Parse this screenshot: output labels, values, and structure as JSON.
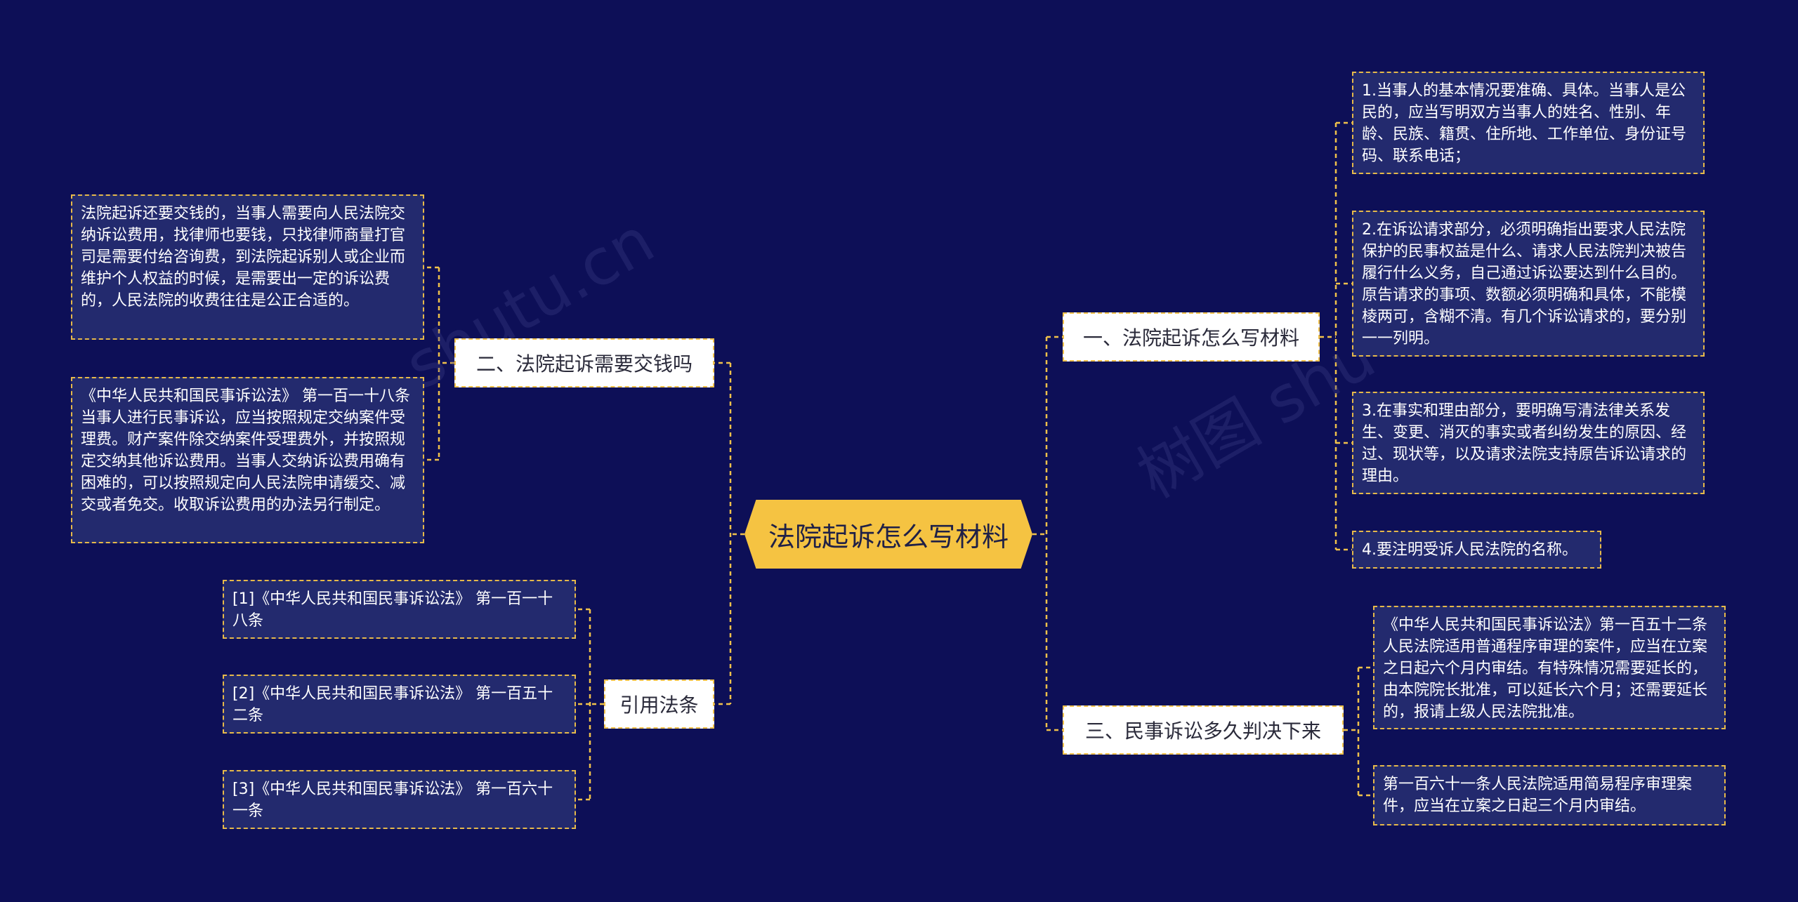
{
  "colors": {
    "background": "#0d0f57",
    "root_fill": "#f5c342",
    "branch_fill": "#ffffff",
    "leaf_fill": "#232a6e",
    "connector": "#f0c14b"
  },
  "watermark": {
    "left": "shutu.cn",
    "right": "树图 shu"
  },
  "root": {
    "label": "法院起诉怎么写材料"
  },
  "branches": [
    {
      "label": "一、法院起诉怎么写材料",
      "leaves": [
        "1.当事人的基本情况要准确、具体。当事人是公民的，应当写明双方当事人的姓名、性别、年龄、民族、籍贯、住所地、工作单位、身份证号码、联系电话；",
        "2.在诉讼请求部分，必须明确指出要求人民法院保护的民事权益是什么、请求人民法院判决被告履行什么义务，自己通过诉讼要达到什么目的。原告请求的事项、数额必须明确和具体，不能模棱两可，含糊不清。有几个诉讼请求的，要分别一一列明。",
        "3.在事实和理由部分，要明确写清法律关系发生、变更、消灭的事实或者纠纷发生的原因、经过、现状等，以及请求法院支持原告诉讼请求的理由。",
        "4.要注明受诉人民法院的名称。"
      ]
    },
    {
      "label": "二、法院起诉需要交钱吗",
      "leaves": [
        "法院起诉还要交钱的，当事人需要向人民法院交纳诉讼费用，找律师也要钱，只找律师商量打官司是需要付给咨询费，到法院起诉别人或企业而维护个人权益的时候，是需要出一定的诉讼费的，人民法院的收费往往是公正合适的。",
        "《中华人民共和国民事诉讼法》 第一百一十八条当事人进行民事诉讼，应当按照规定交纳案件受理费。财产案件除交纳案件受理费外，并按照规定交纳其他诉讼费用。当事人交纳诉讼费用确有困难的，可以按照规定向人民法院申请缓交、减交或者免交。收取诉讼费用的办法另行制定。"
      ]
    },
    {
      "label": "三、民事诉讼多久判决下来",
      "leaves": [
        "《中华人民共和国民事诉讼法》第一百五十二条人民法院适用普通程序审理的案件，应当在立案之日起六个月内审结。有特殊情况需要延长的，由本院院长批准，可以延长六个月；还需要延长的，报请上级人民法院批准。",
        "第一百六十一条人民法院适用简易程序审理案件，应当在立案之日起三个月内审结。"
      ]
    },
    {
      "label": "引用法条",
      "leaves": [
        "[1]《中华人民共和国民事诉讼法》 第一百一十八条",
        "[2]《中华人民共和国民事诉讼法》 第一百五十二条",
        "[3]《中华人民共和国民事诉讼法》 第一百六十一条"
      ]
    }
  ]
}
